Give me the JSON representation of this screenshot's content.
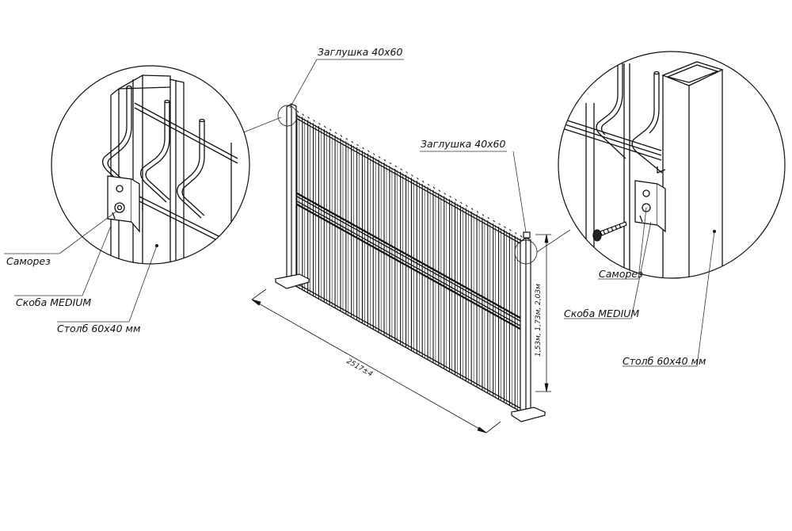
{
  "labels": {
    "cap_top": "Заглушка 40х60",
    "cap_right": "Заглушка 40х60",
    "screw_left": "Саморез",
    "clamp_left": "Скоба MEDIUM",
    "post_left": "Столб 60х40 мм",
    "screw_right": "Саморез",
    "clamp_right": "Скоба MEDIUM",
    "post_right": "Столб 60х40 мм"
  },
  "dimensions": {
    "width": "2517±4",
    "height": "1,53м, 1,73м, 2,03м"
  }
}
